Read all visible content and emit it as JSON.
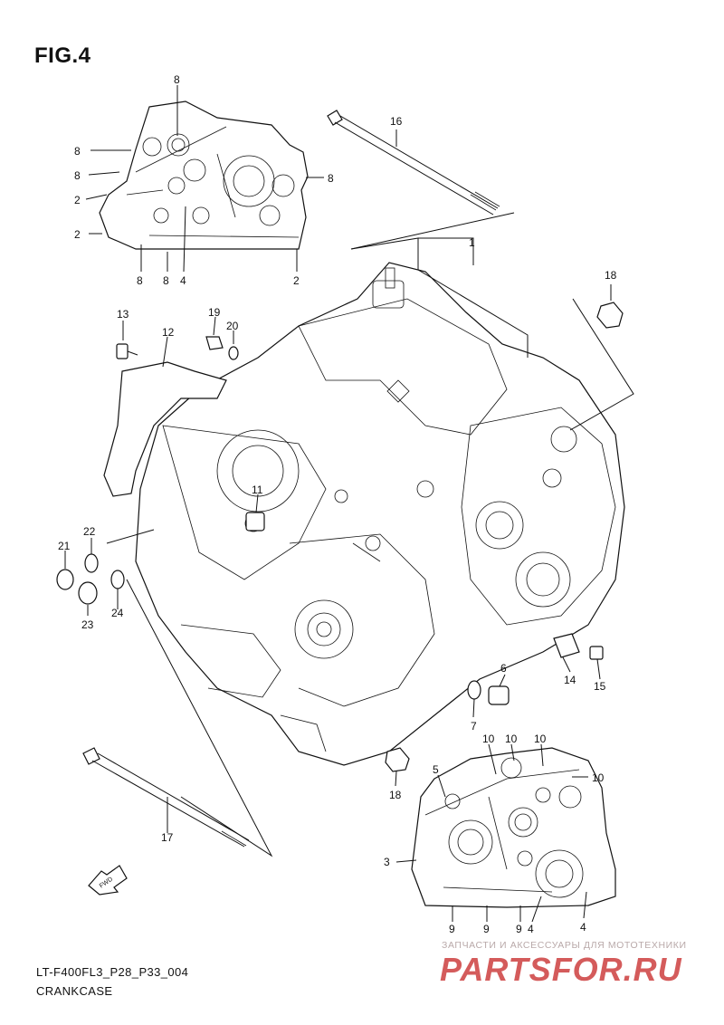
{
  "figure": {
    "title": "FIG.4",
    "model_code": "LT-F400FL3_P28_P33_004",
    "name": "CRANKCASE"
  },
  "watermark": {
    "tagline": "ЗАПЧАСТИ И АКСЕССУАРЫ ДЛЯ МОТОТЕХНИКИ",
    "brand": "PARTSFOR.RU",
    "color": "#d04a4a"
  },
  "fwd_arrow": {
    "label": "FWD"
  },
  "callouts": {
    "c1": "1",
    "c2a": "2",
    "c2b": "2",
    "c2c": "2",
    "c3": "3",
    "c4a": "4",
    "c4b": "4",
    "c4c": "4",
    "c5": "5",
    "c6": "6",
    "c7": "7",
    "c8a": "8",
    "c8b": "8",
    "c8c": "8",
    "c8d": "8",
    "c8e": "8",
    "c8f": "8",
    "c9a": "9",
    "c9b": "9",
    "c9c": "9",
    "c10a": "10",
    "c10b": "10",
    "c10c": "10",
    "c10d": "10",
    "c11": "11",
    "c12": "12",
    "c13": "13",
    "c14": "14",
    "c15": "15",
    "c16": "16",
    "c17": "17",
    "c18a": "18",
    "c18b": "18",
    "c19": "19",
    "c20": "20",
    "c21": "21",
    "c22": "22",
    "c23": "23",
    "c24": "24"
  }
}
